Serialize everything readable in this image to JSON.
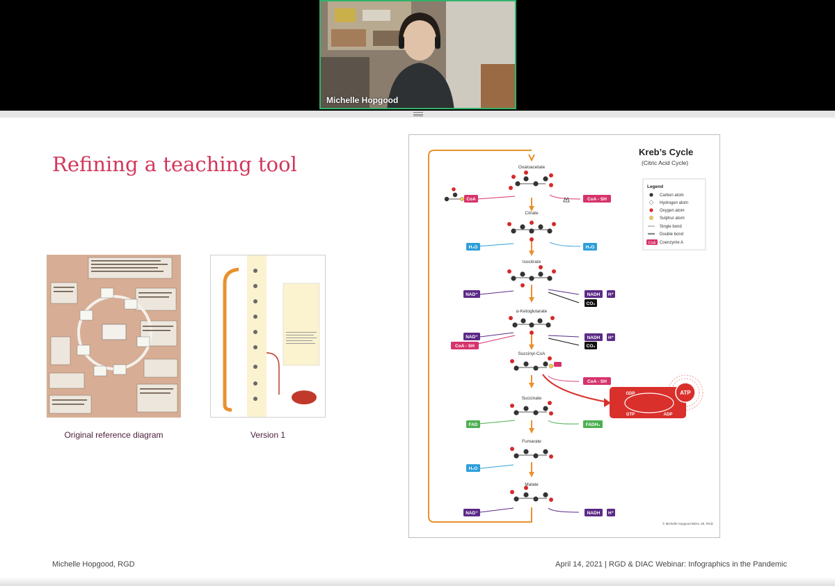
{
  "meeting": {
    "participant_name": "Michelle Hopgood",
    "active_speaker_color": "#2fb36a"
  },
  "slide": {
    "title": "Refining a teaching tool",
    "title_color": "#d2375a",
    "thumbnails": [
      {
        "caption": "Original reference diagram"
      },
      {
        "caption": "Version 1"
      }
    ],
    "footer_left": "Michelle Hopgood, RGD",
    "footer_right": "April 14, 2021 | RGD & DIAC Webinar: Infographics in the Pandemic"
  },
  "diagram": {
    "title": "Kreb’s Cycle",
    "subtitle": "(Citric Acid Cycle)",
    "legend_title": "Legend",
    "legend": [
      {
        "label": "Carbon atom",
        "color": "#333333"
      },
      {
        "label": "Hydrogen atom",
        "color": "#ffffff"
      },
      {
        "label": "Oxygen atom",
        "color": "#d62a2a"
      },
      {
        "label": "Sulphur atom",
        "color": "#f2c94c"
      },
      {
        "label": "Single bond",
        "color": "#888888"
      },
      {
        "label": "Double bond",
        "color": "#888888"
      },
      {
        "label": "Coenzyme A",
        "color": "#d6336c",
        "badge": "CoA"
      }
    ],
    "compounds": [
      "Oxaloacetate",
      "Citrate",
      "Isocitrate",
      "α-Ketoglutarate",
      "Succinyl-CoA",
      "Succinate",
      "Fumarate",
      "Malate"
    ],
    "tags": {
      "coa": "CoA",
      "coa_sh": "CoA - SH",
      "h2o": "H₂O",
      "nad": "NAD⁺",
      "nadh": "NADH",
      "h_plus": "H⁺",
      "co2": "CO₂",
      "fad": "FAD",
      "fadh2": "FADH₂",
      "gdp": "GDP",
      "gtp": "GTP",
      "atp": "ATP",
      "adp": "ADP"
    },
    "tag_colors": {
      "coa": "#d6336c",
      "water": "#2e9fd9",
      "nad": "#5b2a86",
      "co2": "#111111",
      "fad": "#4caf50",
      "energy": "#d9302c",
      "flow": "#e8912d"
    },
    "credit": "© Michelle Hopgood BDes, MI, RGD"
  }
}
